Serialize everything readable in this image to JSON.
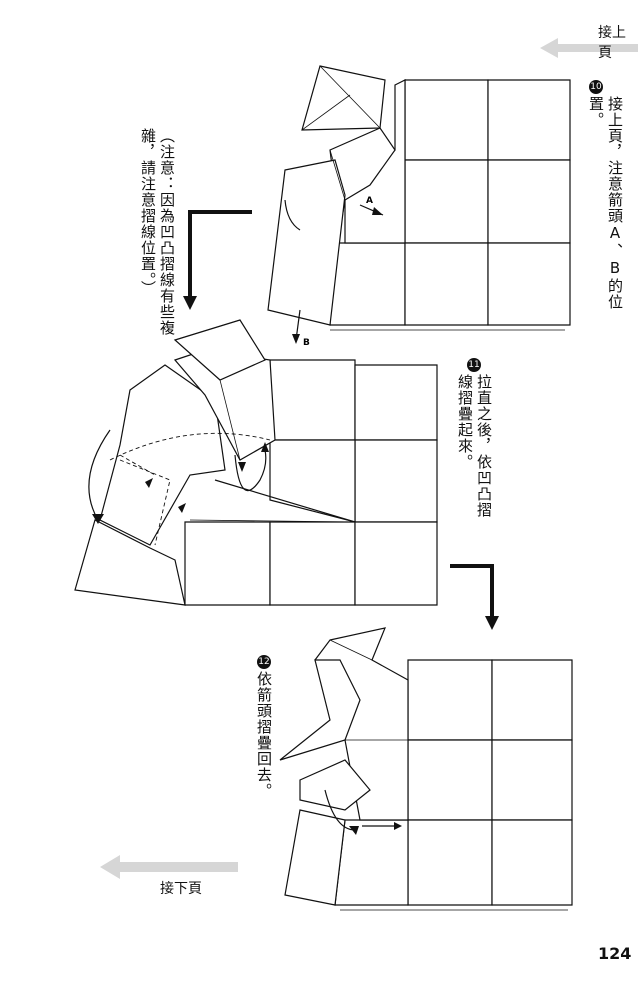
{
  "header": {
    "next_top_label": "接上頁"
  },
  "footer": {
    "next_bottom_label": "接下頁",
    "page_number": "124"
  },
  "steps": {
    "step10": {
      "number": "10",
      "text": "接上頁，注意箭頭A、B的位置。"
    },
    "step11": {
      "number": "11",
      "text": "拉直之後，依凹凸摺線摺疊起來。"
    },
    "step12": {
      "number": "12",
      "text": "依箭頭摺疊回去。"
    }
  },
  "note": {
    "text": "（注意：因為凹凸摺線有些複雜，請注意摺線位置。）"
  },
  "diagram_labels": {
    "arrow_a": "A",
    "arrow_b": "B"
  },
  "icons": {
    "continue_top": "left-arrow-icon",
    "continue_bottom": "left-arrow-icon"
  }
}
